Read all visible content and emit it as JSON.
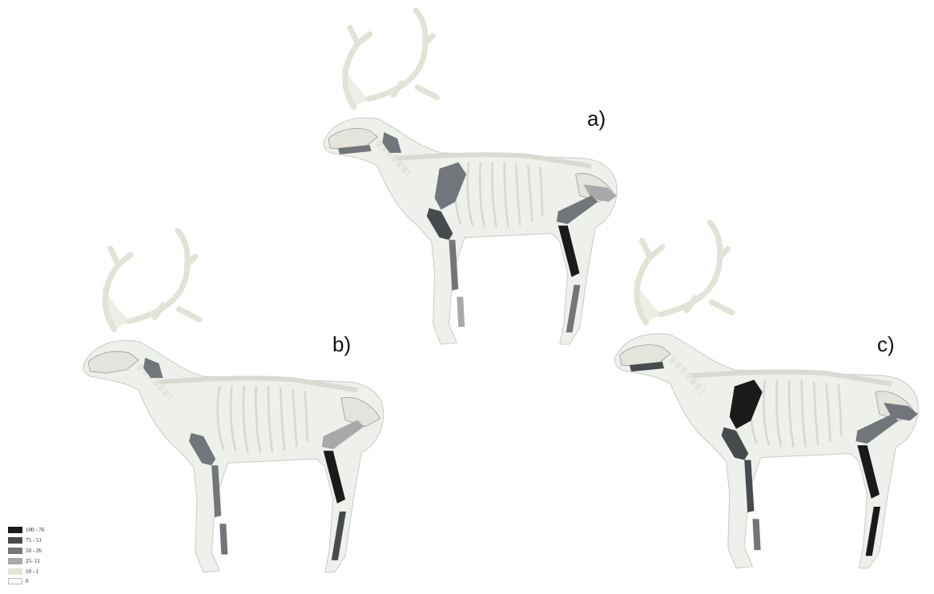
{
  "panels": [
    {
      "label": "a)"
    },
    {
      "label": "b)"
    },
    {
      "label": "c)"
    }
  ],
  "legend": {
    "items": [
      {
        "label": "100 - 76",
        "color": "#1a1a1a"
      },
      {
        "label": "75 - 51",
        "color": "#474b4d"
      },
      {
        "label": "50 - 26",
        "color": "#72767a"
      },
      {
        "label": "25- 11",
        "color": "#a7a9ab"
      },
      {
        "label": "10 - 1",
        "color": "#e3e4dc"
      },
      {
        "label": "0",
        "color": "#ffffff"
      }
    ]
  },
  "colors": {
    "body_fill": "#eef0ec",
    "outline": "#b8bab6",
    "antler": "#e3e2d6"
  }
}
